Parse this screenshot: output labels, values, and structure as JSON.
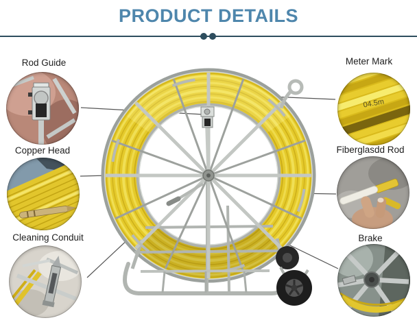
{
  "header": {
    "title": "PRODUCT DETAILS"
  },
  "theme": {
    "title_color": "#4e86ac",
    "divider_color": "#2d4d5e",
    "label_color": "#1d1d1d",
    "connector_color": "#555555",
    "rod_yellow": "#e5ca2b",
    "frame_silver": "#b5b9b5",
    "wheel_black": "#1d1d1d",
    "background": "#ffffff"
  },
  "callouts": [
    {
      "id": "rod-guide",
      "label": "Rod Guide",
      "side": "left",
      "photo_icon": "pulley-guide-photo"
    },
    {
      "id": "meter-mark",
      "label": "Meter Mark",
      "side": "right",
      "photo_icon": "yellow-rod-marking-photo"
    },
    {
      "id": "copper-head",
      "label": "Copper Head",
      "side": "left",
      "photo_icon": "brass-tip-photo"
    },
    {
      "id": "fiberglasdd-rod",
      "label": "Fiberglasdd Rod",
      "side": "right",
      "photo_icon": "rod-core-in-hand-photo"
    },
    {
      "id": "cleaning-conduit",
      "label": "Cleaning Conduit",
      "side": "left",
      "photo_icon": "conduit-tool-photo"
    },
    {
      "id": "brake",
      "label": "Brake",
      "side": "right",
      "photo_icon": "hub-brake-photo"
    }
  ],
  "product": {
    "description": "Yellow fiberglass duct rodder coil on galvanized wheeled reel frame",
    "meter_mark_text": "04.5m"
  }
}
